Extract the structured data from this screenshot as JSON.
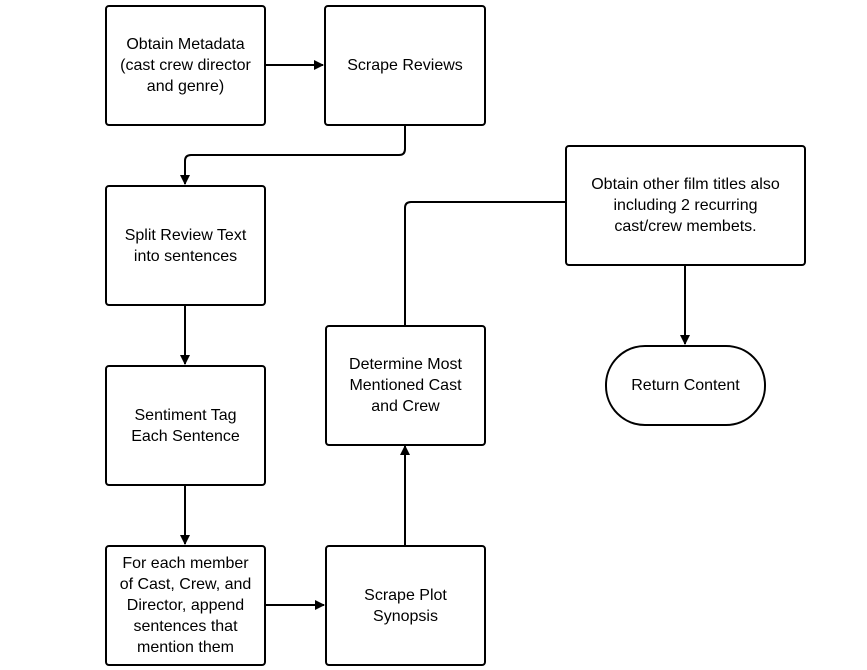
{
  "diagram": {
    "nodes": {
      "obtain_metadata": "Obtain Metadata\n(cast crew director\nand genre)",
      "scrape_reviews": "Scrape Reviews",
      "split_review": "Split Review Text\ninto sentences",
      "sentiment_tag": "Sentiment Tag\nEach Sentence",
      "for_each_member": "For each member\nof Cast, Crew, and\nDirector, append\nsentences that\nmention them",
      "scrape_plot": "Scrape Plot\nSynopsis",
      "determine_most": "Determine Most\nMentioned Cast\nand Crew",
      "obtain_other": "Obtain other film titles also\nincluding 2 recurring\ncast/crew membets.",
      "return_content": "Return Content"
    },
    "edges": [
      {
        "from": "obtain_metadata",
        "to": "scrape_reviews"
      },
      {
        "from": "scrape_reviews",
        "to": "split_review"
      },
      {
        "from": "split_review",
        "to": "sentiment_tag"
      },
      {
        "from": "sentiment_tag",
        "to": "for_each_member"
      },
      {
        "from": "for_each_member",
        "to": "scrape_plot"
      },
      {
        "from": "scrape_plot",
        "to": "determine_most"
      },
      {
        "from": "determine_most",
        "to": "obtain_other"
      },
      {
        "from": "obtain_other",
        "to": "return_content"
      }
    ]
  }
}
